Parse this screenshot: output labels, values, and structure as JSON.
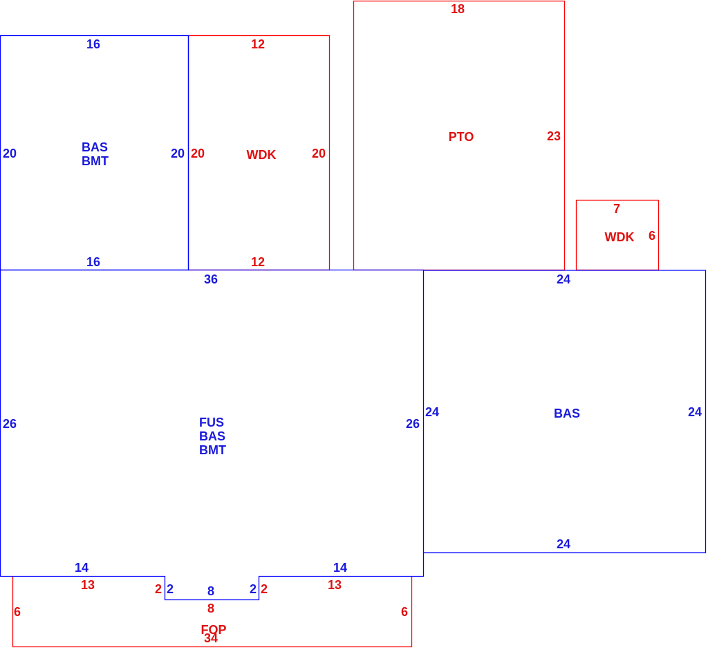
{
  "colors": {
    "blue": "#0000ff",
    "red": "#ff0000",
    "label_blue": "#1a1adc",
    "label_red": "#e01010"
  },
  "areas": {
    "bas_bmt_upper": {
      "name1": "BAS",
      "name2": "BMT",
      "top": "16",
      "bottom": "16",
      "left": "20",
      "right": "20"
    },
    "wdk_large": {
      "name": "WDK",
      "top": "12",
      "bottom": "12",
      "left": "20",
      "right": "20"
    },
    "pto": {
      "name": "PTO",
      "top": "18",
      "right": "23"
    },
    "wdk_small": {
      "name": "WDK",
      "top": "7",
      "right": "6"
    },
    "fus_bas_bmt": {
      "name1": "FUS",
      "name2": "BAS",
      "name3": "BMT",
      "top": "36",
      "left": "26",
      "right": "26",
      "bottom_left": "14",
      "bottom_right": "14",
      "notch_left": "2",
      "notch_bottom": "8",
      "notch_right": "2"
    },
    "bas_right": {
      "name": "BAS",
      "top": "24",
      "bottom": "24",
      "left": "24",
      "right": "24"
    },
    "fop": {
      "name": "FOP",
      "top_left": "13",
      "top_right": "13",
      "notch_left": "2",
      "notch_top": "8",
      "notch_right": "2",
      "left": "6",
      "right": "6",
      "bottom": "34"
    }
  }
}
